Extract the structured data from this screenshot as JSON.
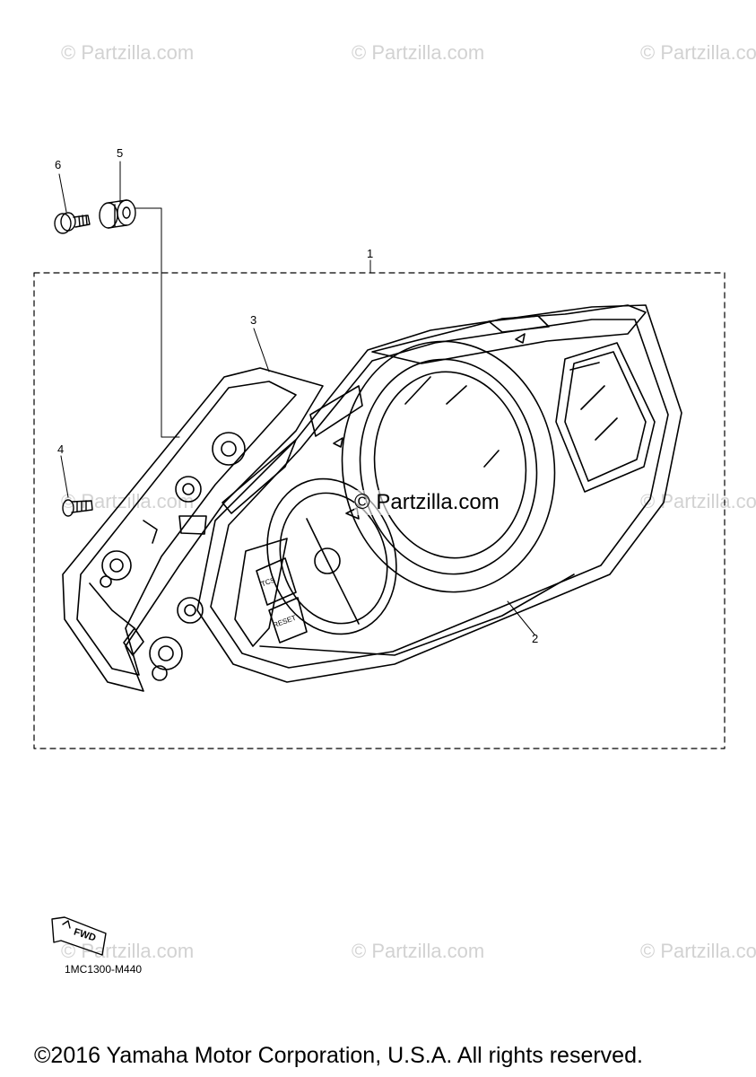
{
  "watermark": "© Partzilla.com",
  "callouts": {
    "c1": "1",
    "c2": "2",
    "c3": "3",
    "c4": "4",
    "c5": "5",
    "c6": "6"
  },
  "panel_labels": {
    "tcs": "TCS",
    "reset": "RESET"
  },
  "fwd_label": "FWD",
  "diagram_code": "1MC1300-M440",
  "copyright": "©2016 Yamaha Motor Corporation, U.S.A. All rights reserved."
}
